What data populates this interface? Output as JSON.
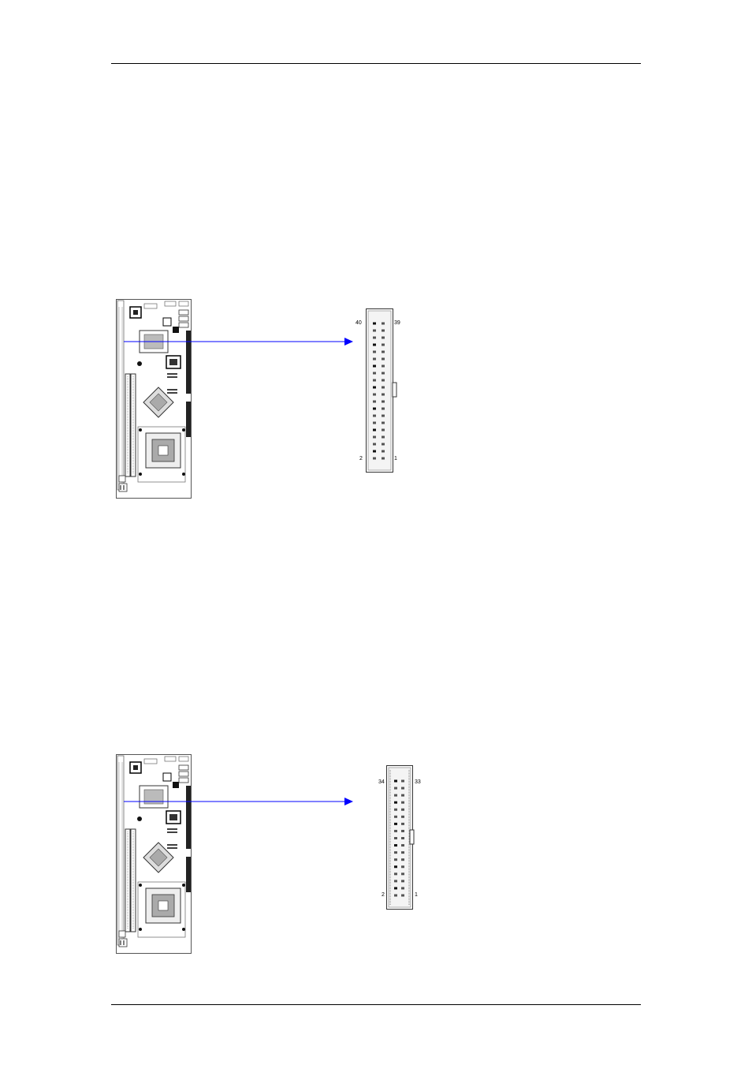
{
  "figure_1": {
    "connector": {
      "rows": 20,
      "labels": {
        "top_left": "40",
        "top_right": "39",
        "bottom_left": "2",
        "bottom_right": "1"
      }
    },
    "colors": {
      "arrow": "#0000ff",
      "outline": "#000000"
    }
  },
  "figure_2": {
    "connector": {
      "rows": 17,
      "labels": {
        "top_left": "34",
        "top_right": "33",
        "bottom_left": "2",
        "bottom_right": "1"
      }
    },
    "colors": {
      "arrow": "#0000ff",
      "outline": "#000000"
    }
  }
}
